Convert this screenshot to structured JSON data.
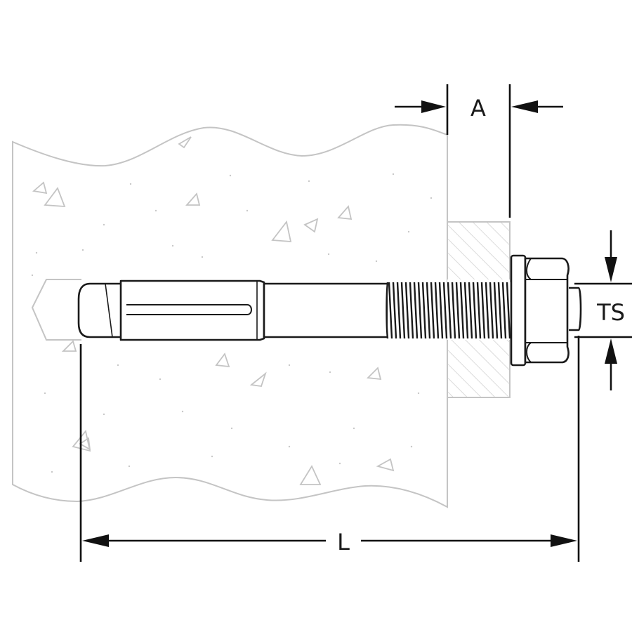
{
  "labels": {
    "a": "A",
    "ts": "TS",
    "l": "L"
  },
  "colors": {
    "concrete_outline": "#c4c4c4",
    "concrete_speckle": "#c8c8c8",
    "fixture_hatch": "#cfcfcf",
    "anchor_stroke": "#1a1a1a",
    "dimension_stroke": "#111111",
    "background": "#ffffff"
  }
}
